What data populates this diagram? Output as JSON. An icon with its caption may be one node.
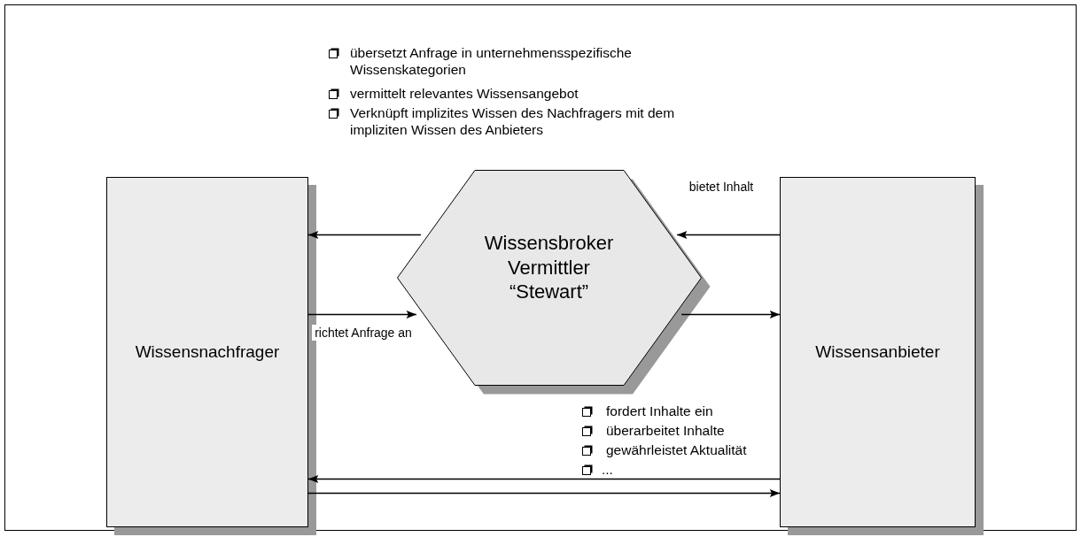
{
  "diagram": {
    "nodes": [
      {
        "text": [
          "Wissensnachfrager"
        ]
      },
      {
        "text": [
          "Wissensbroker Vermittler “Stewart”"
        ]
      },
      {
        "text": [
          "Wissensanbieter"
        ]
      }
    ],
    "edges": [
      {
        "from": 1,
        "to": 0,
        "arrow": "to"
      },
      {
        "from": 0,
        "to": 1,
        "arrow": "to",
        "label": "richtet Anfrage an"
      },
      {
        "from": 2,
        "to": 1,
        "arrow": "to",
        "label": "bietet Inhalt"
      },
      {
        "from": 1,
        "to": 2,
        "arrow": "to"
      },
      {
        "from": 2,
        "to": 0,
        "arrow": "to"
      },
      {
        "from": 0,
        "to": 2,
        "arrow": "to"
      }
    ],
    "labels": [
      "übersetzt Anfrage in unternehmensspezifische Wissenskategorien",
      "vermittelt relevantes Wissensangebot",
      "Verknüpft implizites Wissen des Nachfragers mit dem impliziten Wissen des Anbieters",
      "fordert Inhalte ein",
      "überarbeitet Inhalte",
      "gewährleistet Aktualität",
      "..."
    ]
  }
}
